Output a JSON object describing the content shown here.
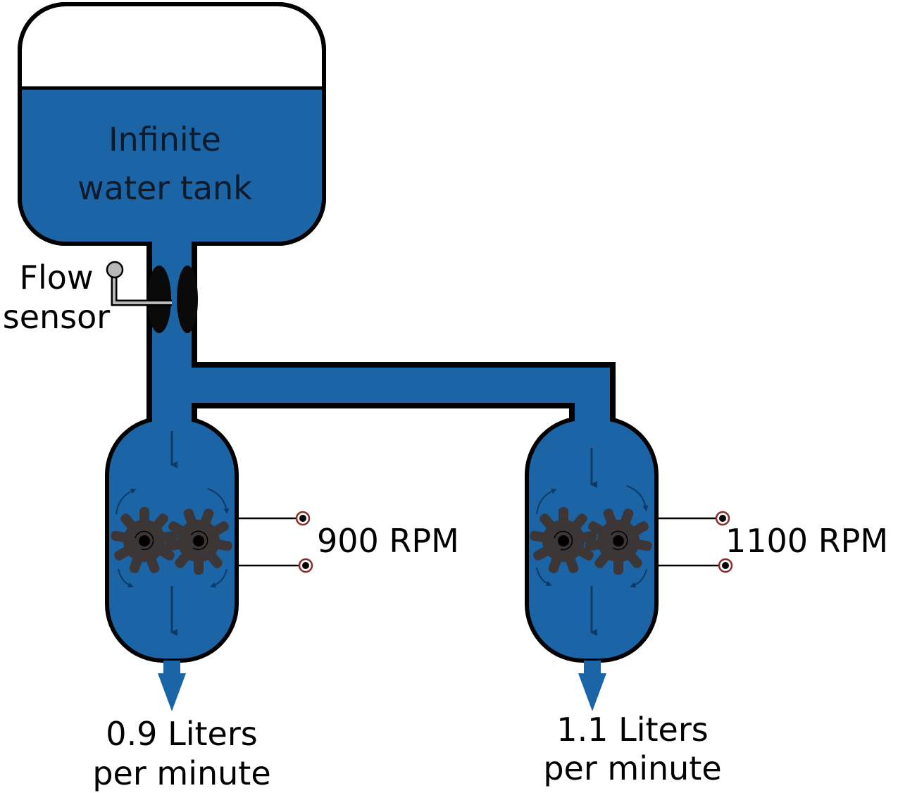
{
  "tank": {
    "line1": "Infinite",
    "line2": "water tank"
  },
  "sensor": {
    "line1": "Flow",
    "line2": "sensor"
  },
  "pump_left": {
    "rpm_label": "900 RPM",
    "flow_line1": "0.9 Liters",
    "flow_line2": "per minute"
  },
  "pump_right": {
    "rpm_label": "1100 RPM",
    "flow_line1": "1.1 Liters",
    "flow_line2": "per minute"
  },
  "colors": {
    "water": "#1b64a5",
    "outline": "#000000",
    "gear": "#3d3636",
    "flow_arrow": "#0d3a66",
    "sensor": "#b8b8b8",
    "terminal": "#8b2d2d"
  }
}
